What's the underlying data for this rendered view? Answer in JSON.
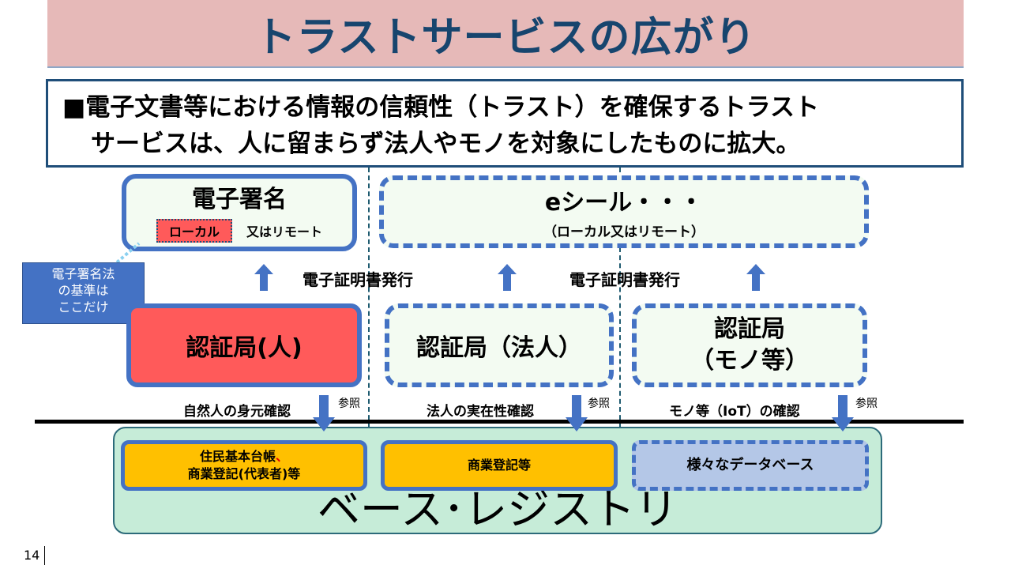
{
  "title": "トラストサービスの広がり",
  "lead": {
    "line1": "■電子文書等における情報の信頼性（トラスト）を確保するトラスト",
    "line2": "サービスは、人に留まらず法人やモノを対象にしたものに拡大。"
  },
  "esign": {
    "title": "電子署名",
    "local_tag": "ローカル",
    "remote_text": "又はリモート"
  },
  "eseal": {
    "title": "eシール・・・",
    "subtitle": "（ローカル又はリモート）"
  },
  "issue_label_1": "電子証明書発行",
  "issue_label_2": "電子証明書発行",
  "callout": {
    "line1": "電子署名法",
    "line2": "の基準は",
    "line3": "ここだけ"
  },
  "ca_person": "認証局(人)",
  "ca_corp": "認証局（法人）",
  "ca_thing": {
    "line1": "認証局",
    "line2": "（モノ等）"
  },
  "checks": {
    "person": "自然人の身元確認",
    "corp": "法人の実在性確認",
    "thing": "モノ等（IoT）の確認",
    "ref": "参照"
  },
  "registries": {
    "resident_line1": "住民基本台帳",
    "resident_comma": "、",
    "resident_line2": "商業登記(代表者)等",
    "commercial": "商業登記等",
    "various_db": "様々なデータベース"
  },
  "base_registry": "ベース･レジストリ",
  "page_number": "14",
  "colors": {
    "title_band": "#e6b9b8",
    "title_text": "#17456e",
    "box_border": "#4472c4",
    "box_fill": "#f3fbf2",
    "ca_person_fill": "#ff5a5a",
    "registry_fill": "#ffc000",
    "db_fill": "#b4c7e7",
    "base_fill": "#c6ecd8"
  }
}
